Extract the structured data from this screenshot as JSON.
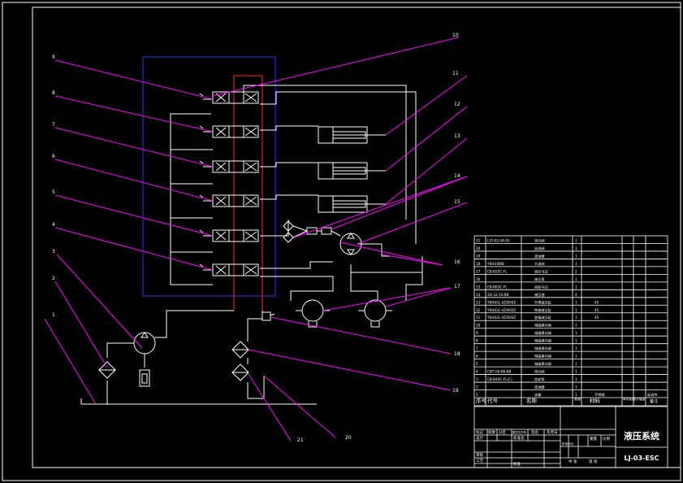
{
  "drawing": {
    "title": "液压系统",
    "number": "LJ-03-ESC"
  },
  "callouts": [
    "1",
    "2",
    "3",
    "4",
    "5",
    "6",
    "7",
    "8",
    "9",
    "10",
    "11",
    "12",
    "13",
    "14",
    "15",
    "16",
    "17",
    "18",
    "19",
    "20",
    "21"
  ],
  "bom": {
    "headers": {
      "seq": "序号",
      "code": "代号",
      "name": "名称",
      "qty": "数量",
      "material": "材料",
      "unit_weight": "单件重量",
      "total_weight": "总计重量",
      "remark": "备注"
    },
    "rows": [
      {
        "seq": "21",
        "code": "L2Y-02-04-05",
        "name": "单向阀",
        "qty": "1",
        "material": ""
      },
      {
        "seq": "20",
        "code": "",
        "name": "溢流阀",
        "qty": "1",
        "material": ""
      },
      {
        "seq": "19",
        "code": "",
        "name": "滤油器",
        "qty": "1",
        "material": ""
      },
      {
        "seq": "18",
        "code": "Y6H4-B6B",
        "name": "节流阀",
        "qty": "1",
        "material": ""
      },
      {
        "seq": "17",
        "code": "CB-B25C-FL",
        "name": "液压马达",
        "qty": "2",
        "material": ""
      },
      {
        "seq": "16",
        "code": "",
        "name": "液压泵",
        "qty": "1",
        "material": ""
      },
      {
        "seq": "15",
        "code": "CB-B63C-FL",
        "name": "齿轮马达",
        "qty": "1",
        "material": ""
      },
      {
        "seq": "14",
        "code": "2D-32-10-B8",
        "name": "液压锁",
        "qty": "4",
        "material": ""
      },
      {
        "seq": "13",
        "code": "Y6H63L-4Z/600Z",
        "name": "升降液压缸",
        "qty": "1",
        "material": "45"
      },
      {
        "seq": "12",
        "code": "Y6H63L-4Z/600Z",
        "name": "伸缩液压缸",
        "qty": "1",
        "material": "45"
      },
      {
        "seq": "11",
        "code": "Y6H63L-4Z/600Z",
        "name": "变幅液压缸",
        "qty": "1",
        "material": "45"
      },
      {
        "seq": "10",
        "code": "",
        "name": "电磁换向阀",
        "qty": "1",
        "material": ""
      },
      {
        "seq": "9",
        "code": "",
        "name": "电磁换向阀",
        "qty": "1",
        "material": ""
      },
      {
        "seq": "8",
        "code": "",
        "name": "电磁换向阀",
        "qty": "1",
        "material": ""
      },
      {
        "seq": "7",
        "code": "",
        "name": "电磁换向阀",
        "qty": "1",
        "material": ""
      },
      {
        "seq": "6",
        "code": "",
        "name": "电磁换向阀",
        "qty": "1",
        "material": ""
      },
      {
        "seq": "5",
        "code": "",
        "name": "电磁换向阀",
        "qty": "1",
        "material": ""
      },
      {
        "seq": "4",
        "code": "CBT-G6-B6-B8",
        "name": "单向阀",
        "qty": "1",
        "material": ""
      },
      {
        "seq": "3",
        "code": "CB-B40C-FL(C)",
        "name": "齿轮泵",
        "qty": "1",
        "material": ""
      },
      {
        "seq": "2",
        "code": "",
        "name": "滤油器",
        "qty": "1",
        "material": ""
      },
      {
        "seq": "1",
        "code": "",
        "name": "油箱",
        "qty": "1",
        "material": "不锈钢"
      }
    ],
    "last_remark": "标准件"
  },
  "title_block": {
    "mark": "标记",
    "count": "处数",
    "zone": "分区",
    "change_doc": "更改文件号",
    "sign": "签名",
    "date": "年月日",
    "design": "设计",
    "standardize": "标准化",
    "stage_mark": "阶段标记",
    "weight": "重量",
    "scale": "比例",
    "review": "审核",
    "process": "工艺",
    "approve": "批准",
    "sheets": "共 张",
    "sheet": "第 张"
  },
  "colors": {
    "background": "#000000",
    "line": "#ffffff",
    "leader": "#ff00ff",
    "dashed_box": "#2f2fff",
    "highlight": "#ff2a2a"
  }
}
